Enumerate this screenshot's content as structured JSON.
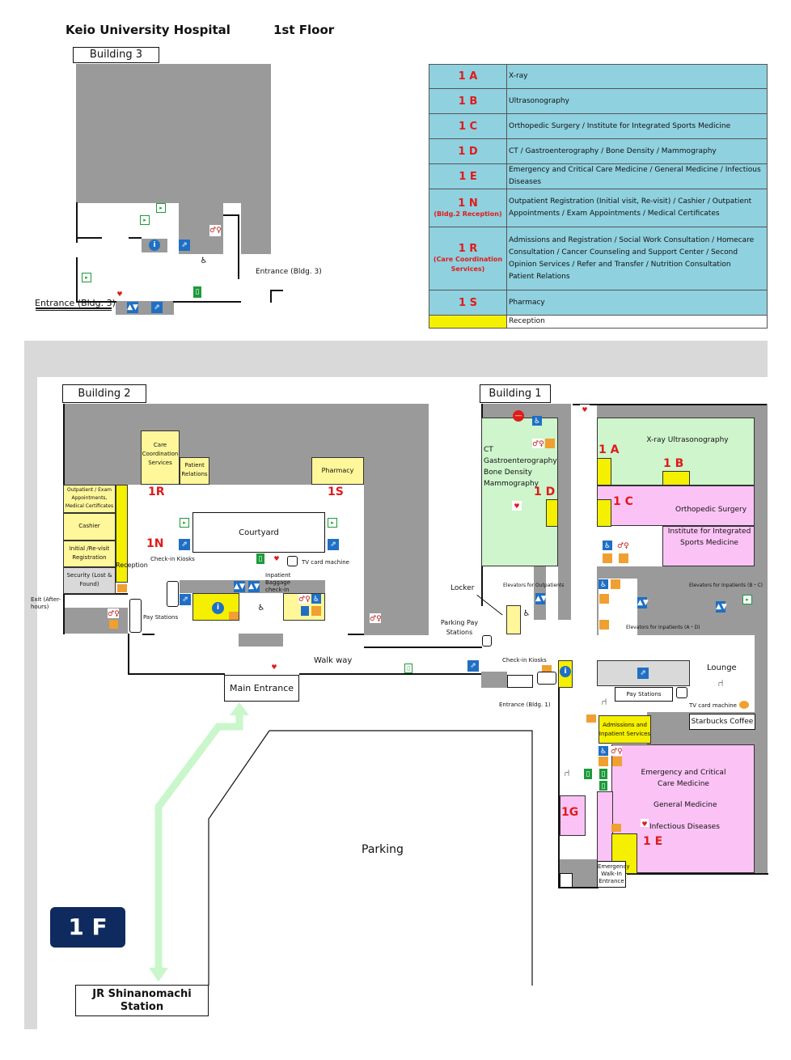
{
  "header": {
    "hospital": "Keio University Hospital",
    "floor": "1st Floor"
  },
  "legend": [
    {
      "code": "1 A",
      "sub": "",
      "desc": "X-ray"
    },
    {
      "code": "1 B",
      "sub": "",
      "desc": "Ultrasonography"
    },
    {
      "code": "1 C",
      "sub": "",
      "desc": "Orthopedic Surgery / Institute for Integrated Sports Medicine"
    },
    {
      "code": "1 D",
      "sub": "",
      "desc": "CT / Gastroenterography / Bone Density / Mammography"
    },
    {
      "code": "1 E",
      "sub": "",
      "desc": "Emergency and Critical Care Medicine / General Medicine / Infectious Diseases"
    },
    {
      "code": "1 N",
      "sub": "(Bldg.2 Reception)",
      "desc": "Outpatient Registration (Initial visit, Re-visit) / Cashier / Outpatient Appointments / Exam Appointments / Medical Certificates"
    },
    {
      "code": "1 R",
      "sub": "(Care Coordination Services)",
      "desc": "Admissions and Registration / Social Work Consultation / Homecare Consultation / Cancer Counseling and Support Center / Second Opinion Services / Refer and Transfer / Nutrition Consultation",
      "desc2": "Patient Relations"
    },
    {
      "code": "1 S",
      "sub": "",
      "desc": "Pharmacy"
    },
    {
      "code": "",
      "sub": "",
      "desc": "Reception"
    }
  ],
  "building3": {
    "label": "Building 3",
    "entrance_right": "Entrance (Bldg. 3)",
    "entrance_left": "Entrance (Bldg. 3)"
  },
  "building2": {
    "label": "Building 2",
    "care_coordination": "Care Coordination Services",
    "patient_relations": "Patient Relations",
    "pharmacy": "Pharmacy",
    "outpatient_appointments": "Outpatient / Exam Appointments, Medical Certificates",
    "cashier": "Cashier",
    "initial_registration": "Initial /Re-visit Registration",
    "security": "Security (Lost & Found)",
    "reception": "Reception",
    "courtyard": "Courtyard",
    "checkin_kiosks": "Check-in Kiosks",
    "tv_card_machine": "TV card machine",
    "inpatient_baggage": "Inpatient Baggage check-in",
    "exit_after_hours": "Exit (After-hours)",
    "pay_stations": "Pay Stations",
    "main_entrance": "Main Entrance",
    "walkway": "Walk way",
    "code_1r": "1R",
    "code_1s": "1S",
    "code_1n": "1N"
  },
  "building1": {
    "label": "Building 1",
    "d_depts": "CT Gastroenterography Bone Density Mammography",
    "xray_ultra": "X-ray Ultrasonography",
    "orthopedic": "Orthopedic Surgery",
    "sports": "Institute for Integrated Sports Medicine",
    "elev_outpatients": "Elevators for Outpatients",
    "elev_inpatients_bc": "Elevators for Inpatients (B・C)",
    "elev_inpatients_ad": "Elevators for Inpatients (A・D)",
    "locker": "Locker",
    "parking_pay": "Parking Pay Stations",
    "checkin_kiosks": "Check-in Kiosks",
    "entrance_bldg1": "Entrance (Bldg. 1)",
    "lounge": "Lounge",
    "pay_stations": "Pay Stations",
    "tv_card_machine": "TV card machine",
    "starbucks": "Starbucks Coffee",
    "admissions": "Admissions and Inpatient Services",
    "emergency": "Emergency and Critical Care Medicine",
    "general": "General Medicine",
    "infectious": "Infectious Diseases",
    "walkin": "Emergency Walk-In Entrance",
    "code_1a": "1 A",
    "code_1b": "1 B",
    "code_1c": "1 C",
    "code_1d": "1 D",
    "code_1e": "1 E",
    "code_1g": "1G"
  },
  "site": {
    "parking": "Parking",
    "floor_badge": "1 F",
    "station": "JR Shinanomachi Station"
  },
  "colors": {
    "wall_gray": "#9a9a9a",
    "reception_yellow": "#f5ef00",
    "legend_blue": "#8fd1df",
    "green_area": "#cef5cc",
    "pink_area": "#fbc3f5",
    "path_green": "#c9f7cb",
    "badge_navy": "#0f2a5e",
    "code_red": "#e01b1b"
  }
}
